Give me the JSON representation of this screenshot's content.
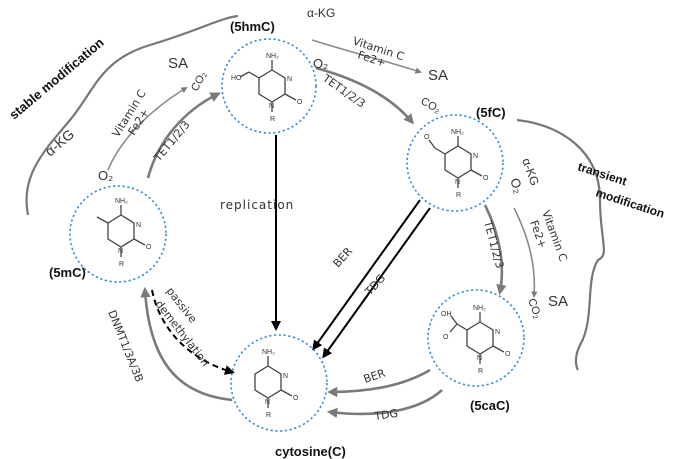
{
  "nodes": {
    "c5hmc": "(5hmC)",
    "c5fc": "(5fC)",
    "c5cac": "(5caC)",
    "c5mc": "(5mC)",
    "cytosine": "cytosine(C)"
  },
  "braces": {
    "stable": "stable modification",
    "transient_1": "transient",
    "transient_2": "modification"
  },
  "cofactors": {
    "akg": "α-KG",
    "o2": "O₂",
    "vitc": "Vitamin C",
    "fe": "Fe2+",
    "sa": "SA",
    "co2": "CO₂",
    "tet": "TET1/2/3"
  },
  "labels": {
    "replication": "replication",
    "ber": "BER",
    "tdg": "TDG",
    "passive_1": "passive",
    "passive_2": "demethylation",
    "dnmt": "DNMT1/3A/3B"
  },
  "atoms": {
    "nh2": "NH₂",
    "o": "O",
    "n": "N",
    "r": "R",
    "ho": "HO",
    "oh": "OH"
  },
  "colors": {
    "circle": "#3a8ad6",
    "arrow_gray": "#7a7a7a",
    "arrow_black": "#000000"
  }
}
